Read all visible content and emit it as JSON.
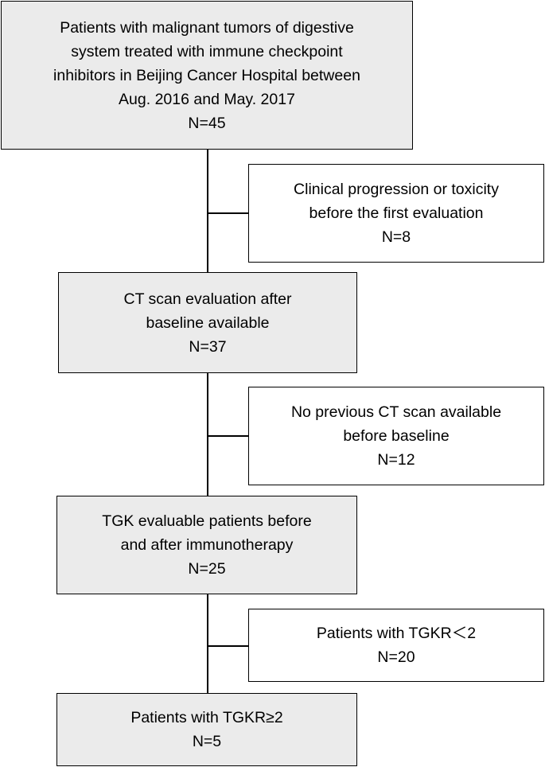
{
  "boxes": {
    "b1": {
      "lines": [
        "Patients with malignant tumors of digestive",
        "system treated with immune checkpoint",
        "inhibitors in Beijing Cancer Hospital between",
        "Aug. 2016 and May. 2017"
      ],
      "n": "N=45"
    },
    "ex1": {
      "lines": [
        "Clinical progression or toxicity",
        "before the first evaluation"
      ],
      "n": "N=8"
    },
    "b2": {
      "lines": [
        "CT scan evaluation after",
        "baseline available"
      ],
      "n": "N=37"
    },
    "ex2": {
      "lines": [
        "No previous CT scan available",
        "before baseline"
      ],
      "n": "N=12"
    },
    "b3": {
      "lines": [
        "TGK evaluable patients before",
        "and after immunotherapy"
      ],
      "n": "N=25"
    },
    "ex3": {
      "lines": [
        "Patients with TGKR＜2"
      ],
      "n": "N=20"
    },
    "b4": {
      "lines": [
        "Patients with TGKR≥2"
      ],
      "n": "N=5"
    }
  }
}
